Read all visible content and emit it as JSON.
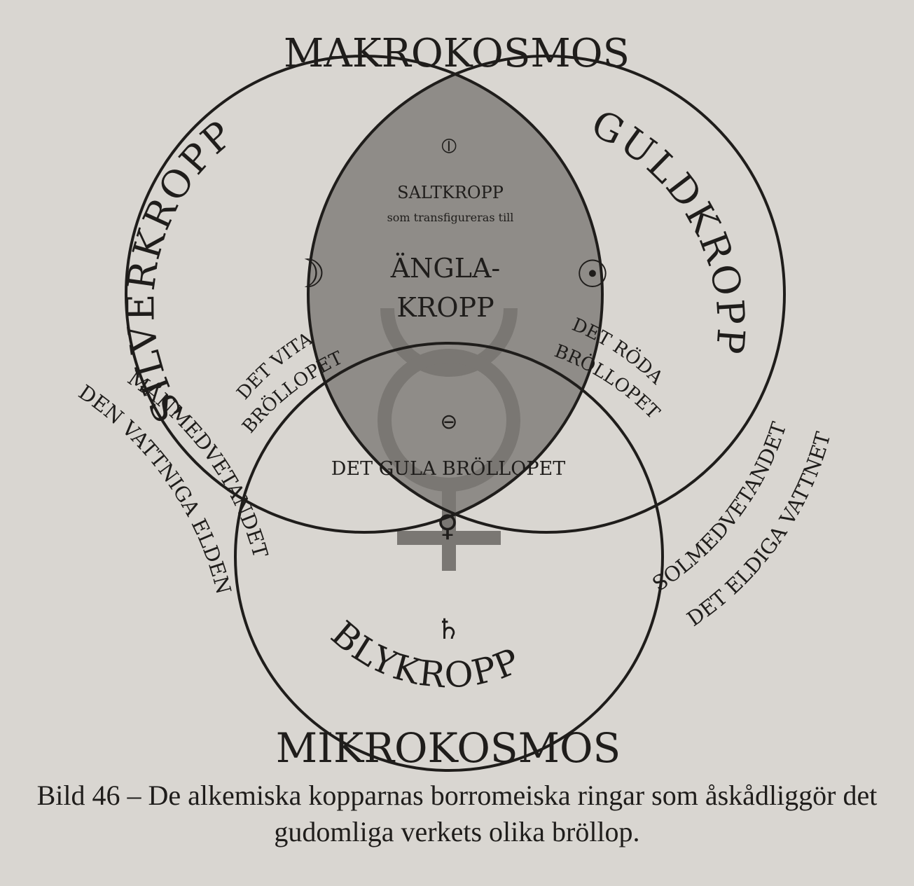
{
  "diagram": {
    "top_title": "MAKROKOSMOS",
    "bottom_title": "MIKROKOSMOS",
    "left_circle_label": "SILVERKROPP",
    "right_circle_label": "GULDKROPP",
    "bottom_circle_label": "BLYKROPP",
    "center_label_1": "SALTKROPP",
    "center_label_2": "som transfigureras till",
    "center_label_3": "ÄNGLA-",
    "center_label_4": "KROPP",
    "white_wedding_1": "DET VITA",
    "white_wedding_2": "BRÖLLOPET",
    "red_wedding_1": "DET RÖDA",
    "red_wedding_2": "BRÖLLOPET",
    "yellow_wedding": "DET GULA BRÖLLOPET",
    "left_outer_1": "MÅNMEDVETANDET",
    "left_outer_2": "DEN VATTNIGA ELDEN",
    "right_outer_1": "SOLMEDVETANDET",
    "right_outer_2": "DET ELDIGA VATTNET",
    "symbols": {
      "top": "⦶",
      "moon": "☽",
      "sun": "☉",
      "salt": "⊖",
      "venus": "♀",
      "saturn": "♄"
    }
  },
  "caption": {
    "line1": "Bild 46 – De alkemiska kopparnas borromeiska ringar som åskådliggör det",
    "line2": "gudomliga verkets olika bröllop."
  },
  "colors": {
    "background": "#d9d6d1",
    "ink": "#1f1d1b",
    "vesica_fill": "#8f8c88",
    "mercury_symbol": "#7a7773"
  }
}
